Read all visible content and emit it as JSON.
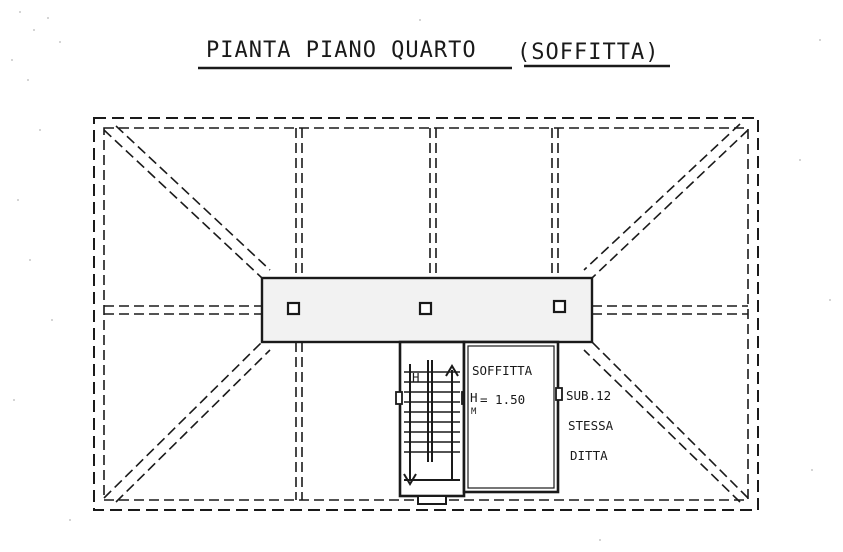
{
  "title": {
    "main": "PIANTA PIANO QUARTO",
    "paren": "(SOFFITTA)"
  },
  "rooms": {
    "attic_name": "SOFFITTA",
    "height_prefix": "H",
    "height_sub": "M",
    "height_value": "= 1.50",
    "sub_label": "SUB.12",
    "owner_line1": "STESSA",
    "owner_line2": "DITTA"
  },
  "stair": {
    "mark": "H"
  },
  "colors": {
    "ink": "#1a1a1a",
    "paper": "#ffffff",
    "shading": "#d9d9d9"
  }
}
